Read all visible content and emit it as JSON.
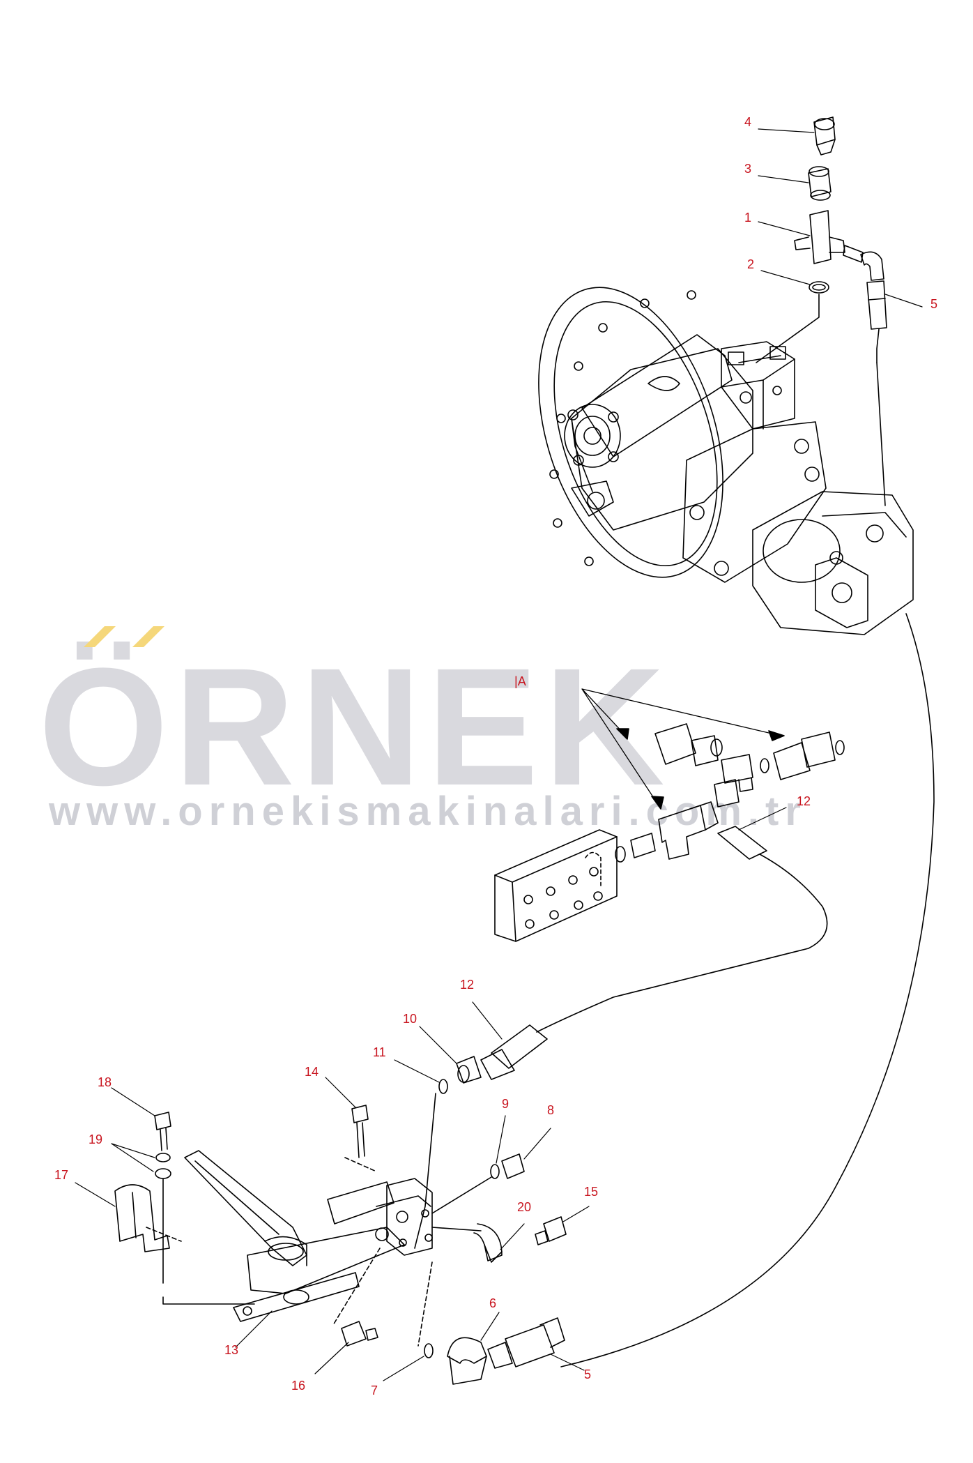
{
  "watermark": {
    "brand": "ÖRNEK",
    "url": "www.ornekismakinalari.com.tr",
    "accent_color": "#f5d77a",
    "text_color": "#d9d9de"
  },
  "diagram": {
    "line_color": "#000000",
    "callout_color": "#c8141e",
    "view_label": "A",
    "callouts": [
      "4",
      "3",
      "1",
      "2",
      "5",
      "12",
      "12",
      "10",
      "11",
      "14",
      "18",
      "19",
      "9",
      "8",
      "17",
      "20",
      "15",
      "6",
      "13",
      "16",
      "7",
      "5"
    ]
  }
}
